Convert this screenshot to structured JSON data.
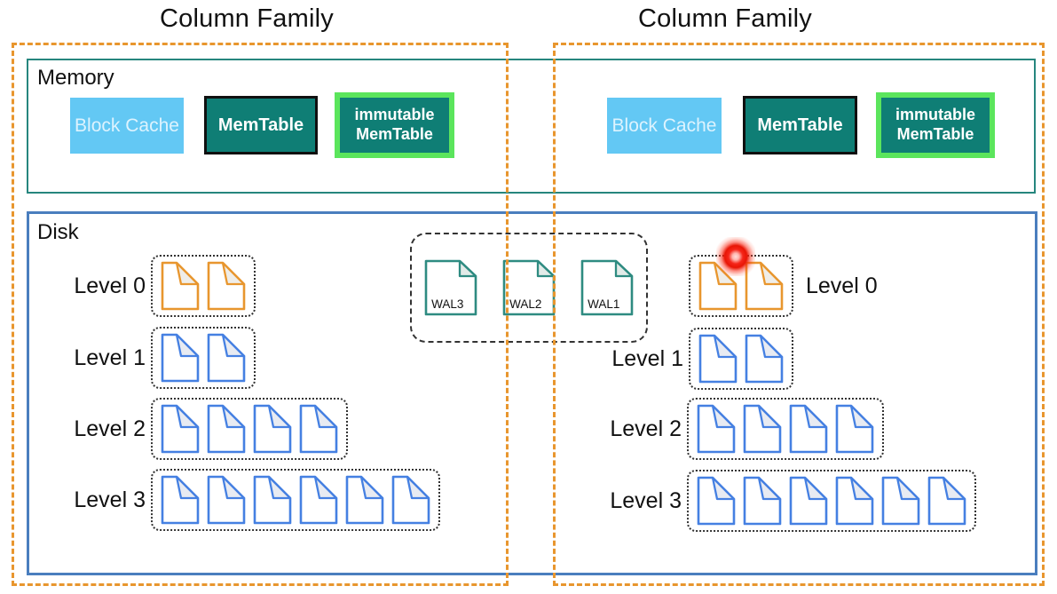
{
  "column_families": [
    {
      "title": "Column Family",
      "memory": {
        "block_cache": "Block Cache",
        "memtable": "MemTable",
        "immutable_memtable": "immutable\nMemTable"
      },
      "levels": [
        {
          "label": "Level 0",
          "file_count": 2,
          "file_color": "orange",
          "marker": false
        },
        {
          "label": "Level 1",
          "file_count": 2,
          "file_color": "blue",
          "marker": false
        },
        {
          "label": "Level 2",
          "file_count": 4,
          "file_color": "blue",
          "marker": false
        },
        {
          "label": "Level 3",
          "file_count": 6,
          "file_color": "blue",
          "marker": false
        }
      ]
    },
    {
      "title": "Column Family",
      "memory": {
        "block_cache": "Block Cache",
        "memtable": "MemTable",
        "immutable_memtable": "immutable\nMemTable"
      },
      "levels": [
        {
          "label": "Level 0",
          "file_count": 2,
          "file_color": "orange",
          "marker": true
        },
        {
          "label": "Level 1",
          "file_count": 2,
          "file_color": "blue",
          "marker": false
        },
        {
          "label": "Level 2",
          "file_count": 4,
          "file_color": "blue",
          "marker": false
        },
        {
          "label": "Level 3",
          "file_count": 6,
          "file_color": "blue",
          "marker": false
        }
      ]
    }
  ],
  "memory_label": "Memory",
  "disk_label": "Disk",
  "wal": {
    "files": [
      "WAL3",
      "WAL2",
      "WAL1"
    ]
  },
  "colors": {
    "column_family_dash": "#E8962E",
    "memory_border": "#26867E",
    "disk_border": "#4A7EBE",
    "block_cache_fill": "#63C8F4",
    "memtable_fill": "#0F7E75",
    "immutable_border": "#5BE55C",
    "file_orange": "#E8962E",
    "file_orange_fold": "#EFEDE8",
    "file_blue": "#4580E2",
    "file_blue_fold": "#E8EBF2",
    "file_teal": "#2E8B81",
    "file_teal_fold": "#E2EBE8",
    "marker_red": "#F21B0C"
  }
}
